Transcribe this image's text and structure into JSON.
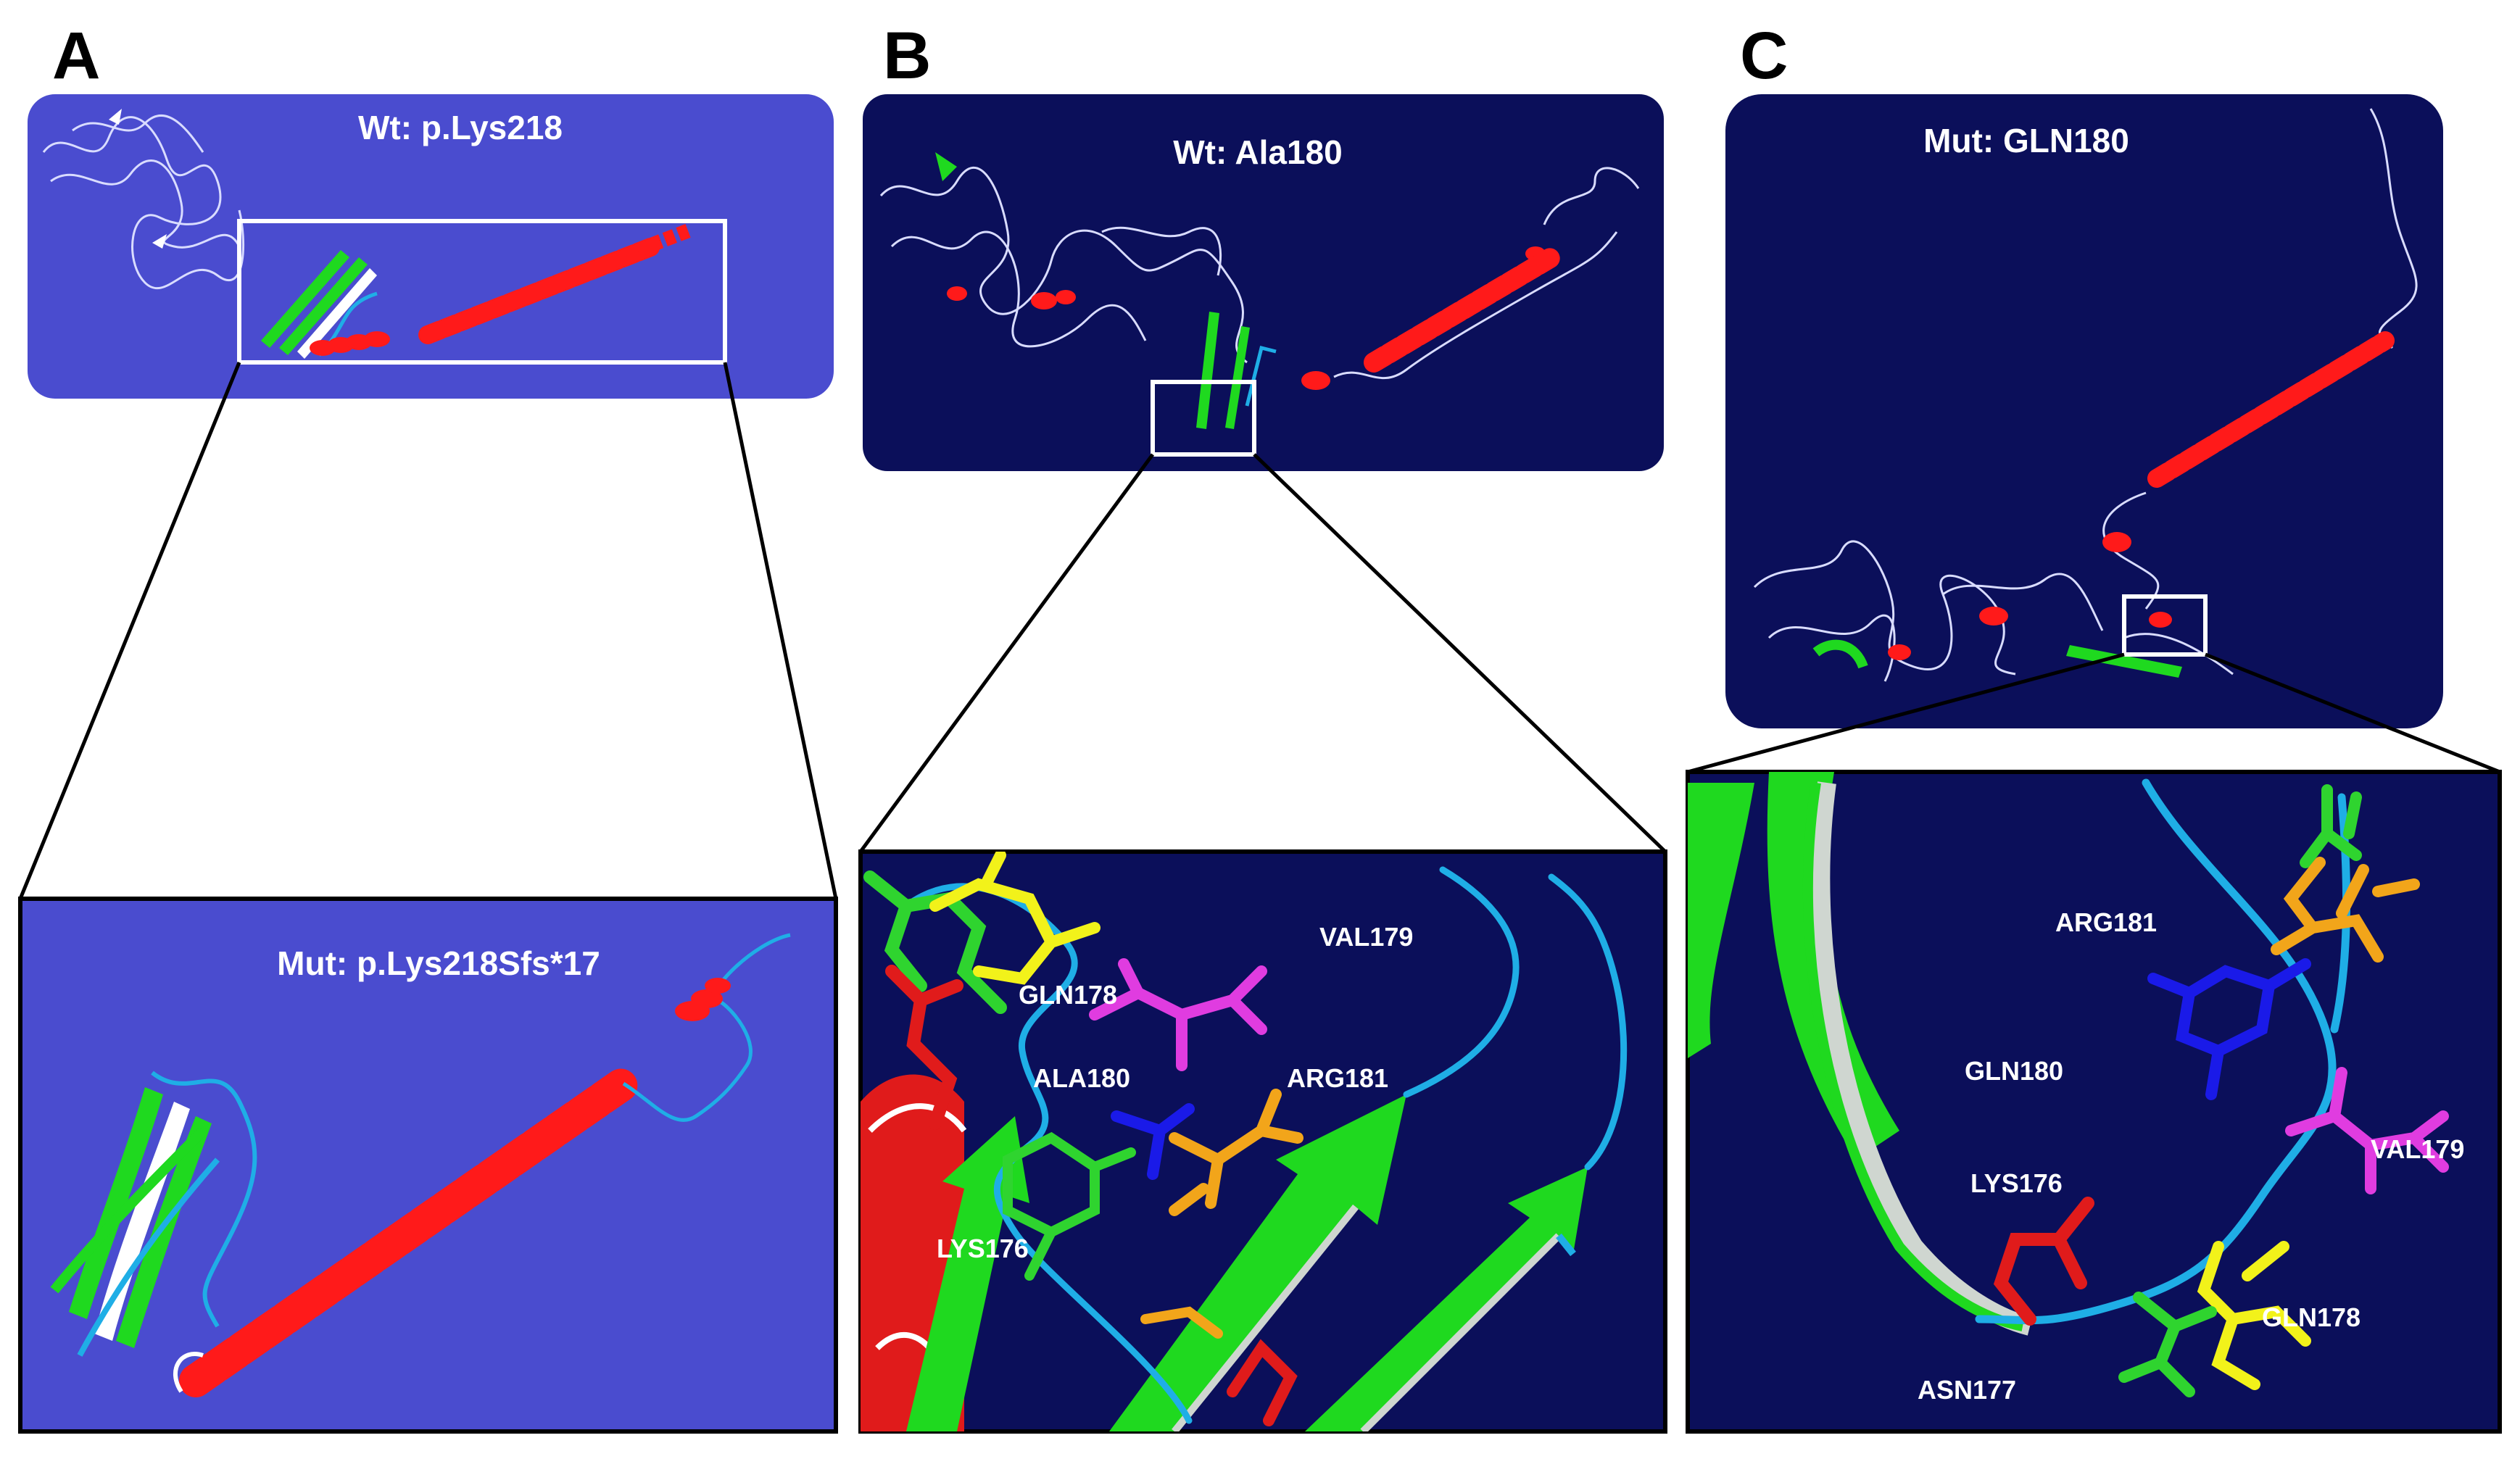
{
  "colors": {
    "panel_a_bg": "#4a4ccf",
    "panel_dark_bg": "#0b0f5a",
    "helix": "#ff1a1a",
    "strand": "#1fd91f",
    "coil": "#1faee6",
    "thin_coil": "#d9dcff",
    "residue_lys": "#e01b1b",
    "residue_gln178": "#f2f21a",
    "residue_val179": "#e03ce0",
    "residue_ala_gln180": "#1a1ae8",
    "residue_arg181": "#f2a51a",
    "residue_asn177": "#2fd42f"
  },
  "panels": {
    "a": {
      "letter": "A",
      "top_title": "Wt: p.Lys218",
      "zoom_title": "Mut: p.Lys218Sfs*17"
    },
    "b": {
      "letter": "B",
      "top_title": "Wt: Ala180",
      "residues": {
        "gln178": "GLN178",
        "val179": "VAL179",
        "ala180": "ALA180",
        "arg181": "ARG181",
        "lys176": "LYS176"
      }
    },
    "c": {
      "letter": "C",
      "top_title": "Mut: GLN180",
      "residues": {
        "arg181": "ARG181",
        "gln180": "GLN180",
        "lys176": "LYS176",
        "val179": "VAL179",
        "gln178": "GLN178",
        "asn177": "ASN177"
      }
    }
  }
}
